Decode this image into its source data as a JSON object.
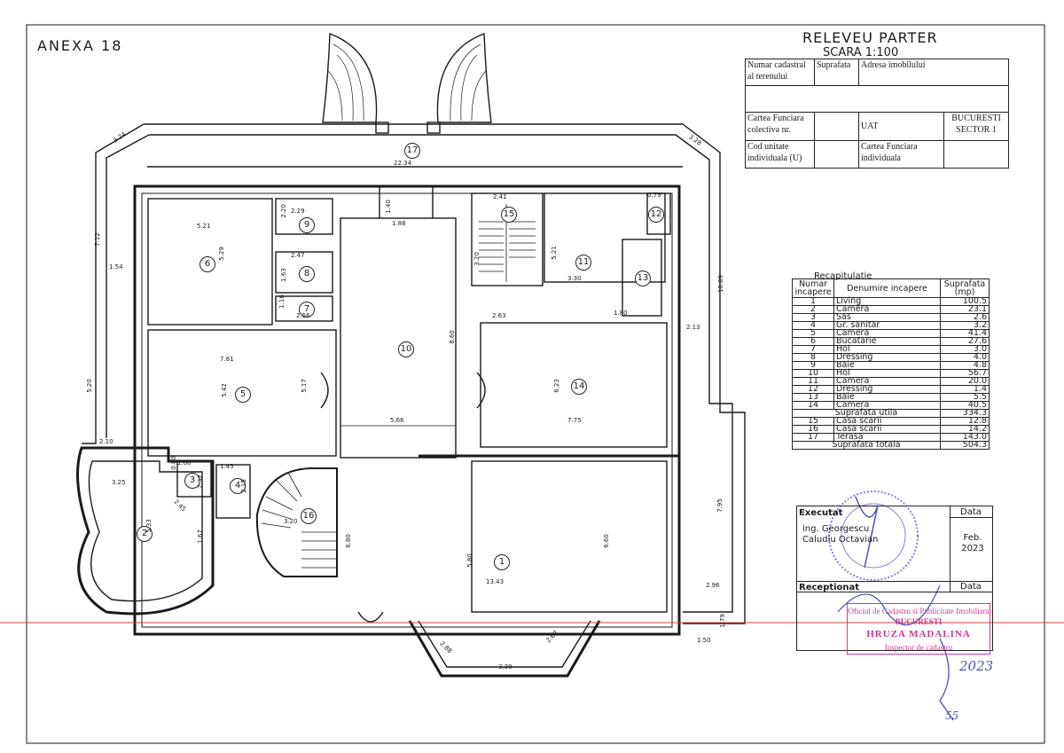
{
  "header": {
    "annex": "ANEXA 18",
    "title": "RELEVEU PARTER",
    "scale": "SCARA 1:100"
  },
  "cadastral_table": {
    "col1_row1": "Numar cadastral al terenului",
    "col2_row1": "Suprafata",
    "col3_row1": "Adresa imobilului",
    "row2_col1": "Cartea Funciara colectiva nr.",
    "row2_uat": "UAT",
    "row2_city": "BUCURESTI SECTOR 1",
    "row3_col1": "Cod unitate individuala (U)",
    "row3_cf": "Cartea Funciara individuala"
  },
  "plan": {
    "rooms": [
      {
        "id": "1"
      },
      {
        "id": "2"
      },
      {
        "id": "3"
      },
      {
        "id": "4"
      },
      {
        "id": "5"
      },
      {
        "id": "6"
      },
      {
        "id": "7"
      },
      {
        "id": "8"
      },
      {
        "id": "9"
      },
      {
        "id": "10"
      },
      {
        "id": "11"
      },
      {
        "id": "12"
      },
      {
        "id": "13"
      },
      {
        "id": "14"
      },
      {
        "id": "15"
      },
      {
        "id": "16"
      },
      {
        "id": "17"
      }
    ],
    "dims": [
      "22.34",
      "5.21",
      "5.29",
      "7.81",
      "5.42",
      "5.17",
      "5.66",
      "8.60",
      "7.75",
      "6.23",
      "2.63",
      "5.21",
      "3.30",
      "2.20",
      "2.29",
      "2.47",
      "1.63",
      "1.16",
      "2.56",
      "1.40",
      "1.88",
      "2.41",
      "3.20",
      "1.80",
      "0.79",
      "10.89",
      "2.13",
      "7.95",
      "2.96",
      "1.79",
      "1.50",
      "13.43",
      "6.60",
      "6.80",
      "5.80",
      "3.25",
      "5.33",
      "2.45",
      "1.67",
      "1.60",
      "1.45",
      "0.80",
      "2.32",
      "2.15",
      "3.20",
      "2.10",
      "5.20",
      "7.12",
      "1.54",
      "3.24",
      "3.28",
      "2.88",
      "2.67",
      "3.39"
    ]
  },
  "recap": {
    "title": "Recapitulatie",
    "headers": [
      "Numar incapere",
      "Denumire incapere",
      "Suprafata (mp)"
    ],
    "rows": [
      [
        "1",
        "Living",
        "100.5"
      ],
      [
        "2",
        "Camera",
        "23.1"
      ],
      [
        "3",
        "Sas",
        "2.6"
      ],
      [
        "4",
        "Gr. sanitar",
        "3.2"
      ],
      [
        "5",
        "Camera",
        "41.4"
      ],
      [
        "6",
        "Bucatarie",
        "27.6"
      ],
      [
        "7",
        "Hol",
        "3.0"
      ],
      [
        "8",
        "Dressing",
        "4.0"
      ],
      [
        "9",
        "Baie",
        "4.8"
      ],
      [
        "10",
        "Hol",
        "56.7"
      ],
      [
        "11",
        "Camera",
        "20.0"
      ],
      [
        "12",
        "Dressing",
        "1.4"
      ],
      [
        "13",
        "Baie",
        "5.5"
      ],
      [
        "14",
        "Camera",
        "40.5"
      ]
    ],
    "util_label": "Suprafata utila",
    "util_value": "334.3",
    "rows2": [
      [
        "15",
        "Casa scarii",
        "12.8"
      ],
      [
        "16",
        "Casa scarii",
        "14.2"
      ],
      [
        "17",
        "Terasa",
        "143.0"
      ]
    ],
    "total_label": "Suprafata totala",
    "total_value": "504.3"
  },
  "executor": {
    "executat_label": "Executat",
    "data_label": "Data",
    "name1": "ing. Georgescu",
    "name2": "Caludiu Octavian",
    "date": "Feb. 2023",
    "receptionat_label": "Receptionat",
    "data2_label": "Data",
    "pink1": "Oficiul de Cadastru si Publicitate Imobiliara",
    "pink2": "BUCURESTI",
    "pink3": "HRUZA MADALINA",
    "pink4": "Inspector de cadastru",
    "hand_year": "2023",
    "hand_page": "55"
  },
  "colors": {
    "line": "#1a1a1a",
    "stamp": "#8a7ccf",
    "pink": "#c9399a",
    "redline": "#d04040"
  }
}
